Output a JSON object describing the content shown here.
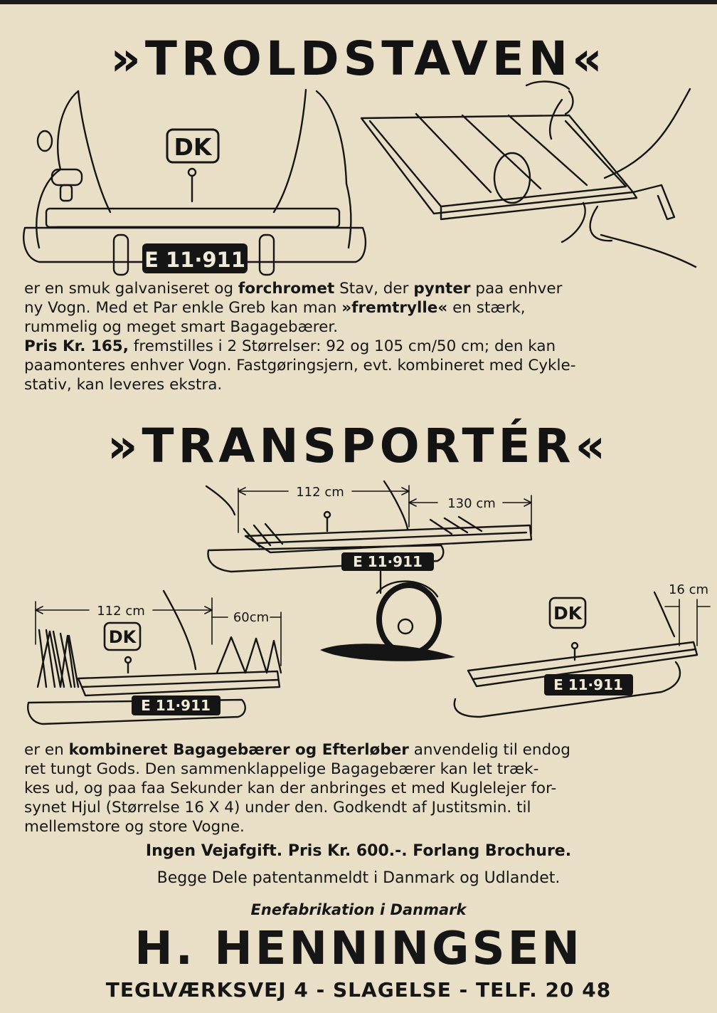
{
  "heading1": "»TROLDSTAVEN«",
  "illustration_text": {
    "dk_badge": "DK",
    "plate": "E 11·911",
    "dim_112": "112 cm",
    "dim_130": "130 cm",
    "dim_60": "60cm",
    "dim_16": "16 cm"
  },
  "para1": {
    "l1a": "er en smuk galvaniseret og ",
    "l1b": "forchromet",
    "l1c": " Stav, der ",
    "l1d": "pynter",
    "l1e": " paa enhver",
    "l2a": "ny Vogn. Med et Par enkle Greb kan man ",
    "l2b": "»fremtrylle«",
    "l2c": " en stærk,",
    "l3": "rummelig og meget smart Bagagebærer.",
    "l4a": "Pris Kr. 165,",
    "l4b": " fremstilles i 2 Størrelser: 92 og 105 cm/50 cm; den kan",
    "l5": "paamonteres enhver Vogn. Fastgøringsjern, evt. kombineret med Cykle-",
    "l6": "stativ, kan leveres ekstra."
  },
  "heading2": "»TRANSPORTÉR«",
  "para2": {
    "l1a": "er en ",
    "l1b": "kombineret Bagagebærer og Efterløber",
    "l1c": " anvendelig til endog",
    "l2": "ret tungt Gods. Den sammenklappelige Bagagebærer kan let træk-",
    "l3": "kes ud, og paa faa Sekunder kan der anbringes et med Kuglelejer for-",
    "l4": "synet Hjul (Størrelse 16 X 4) under den. Godkendt af Justitsmin. til",
    "l5": "mellemstore og store Vogne."
  },
  "price_line": "Ingen Vejafgift. Pris Kr. 600.-. Forlang Brochure.",
  "patent_line": "Begge Dele patentanmeldt i Danmark og Udlandet.",
  "manufacture_line": "Enefabrikation i Danmark",
  "company": "H. HENNINGSEN",
  "address": "TEGLVÆRKSVEJ 4 - SLAGELSE - TELF. 20 48",
  "colors": {
    "paper": "#e9dfc6",
    "ink": "#141414"
  }
}
